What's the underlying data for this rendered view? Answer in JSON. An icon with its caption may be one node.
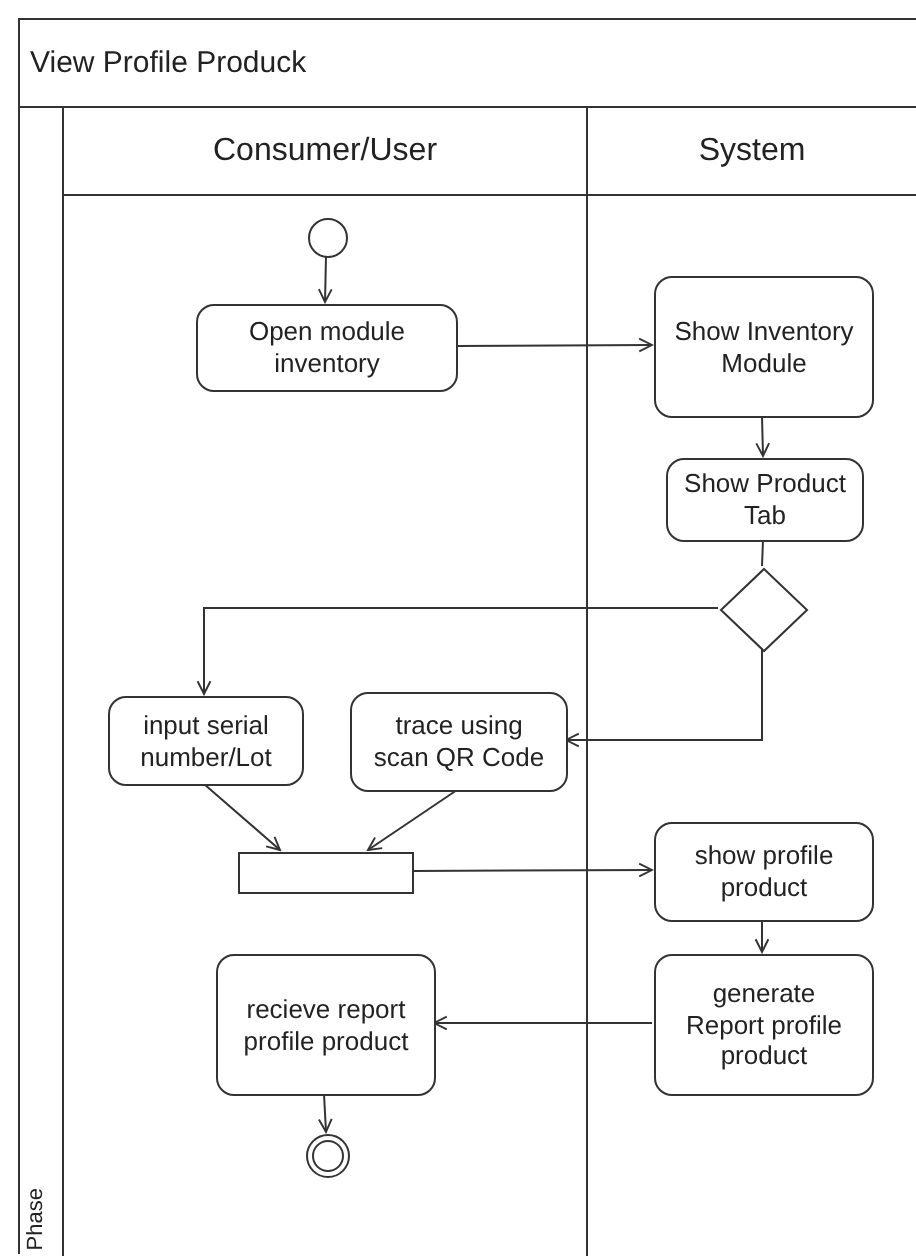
{
  "diagram": {
    "nodes": [
      {
        "text": [
          "View Profile Produck"
        ]
      },
      {
        "text": [
          "Phase"
        ],
        "in": 0
      },
      {
        "text": [
          "Consumer/User"
        ],
        "in": 0
      },
      {
        "text": [
          "System"
        ],
        "in": 0
      },
      {
        "text": [],
        "shape": "circle",
        "in": 2
      },
      {
        "text": [
          "Open module inventory"
        ],
        "in": 2
      },
      {
        "text": [
          "Show Inventory Module"
        ],
        "in": 3
      },
      {
        "text": [
          "Show Product Tab"
        ],
        "in": 3
      },
      {
        "text": [],
        "shape": "diamond",
        "in": 3
      },
      {
        "text": [
          "input serial number/Lot"
        ],
        "in": 2
      },
      {
        "text": [
          "trace using scan QR Code"
        ],
        "in": 2
      },
      {
        "text": [],
        "shape": "bar",
        "in": 2
      },
      {
        "text": [
          "show profile product"
        ],
        "in": 3
      },
      {
        "text": [
          "generate Report profile product"
        ],
        "in": 3
      },
      {
        "text": [
          "recieve report profile product"
        ],
        "in": 2
      },
      {
        "text": [],
        "shape": "bullseye",
        "in": 2
      }
    ],
    "edges": [
      {
        "from": 4,
        "to": 5,
        "arrow": "to"
      },
      {
        "from": 5,
        "to": 6,
        "arrow": "to"
      },
      {
        "from": 6,
        "to": 7,
        "arrow": "to"
      },
      {
        "from": 7,
        "to": 8,
        "arrow": "none"
      },
      {
        "from": 8,
        "to": 9,
        "arrow": "to"
      },
      {
        "from": 8,
        "to": 10,
        "arrow": "to"
      },
      {
        "from": 9,
        "to": 11,
        "arrow": "to"
      },
      {
        "from": 10,
        "to": 11,
        "arrow": "to"
      },
      {
        "from": 11,
        "to": 12,
        "arrow": "to"
      },
      {
        "from": 12,
        "to": 13,
        "arrow": "to"
      },
      {
        "from": 13,
        "to": 14,
        "arrow": "to"
      },
      {
        "from": 14,
        "to": 15,
        "arrow": "to"
      }
    ]
  }
}
